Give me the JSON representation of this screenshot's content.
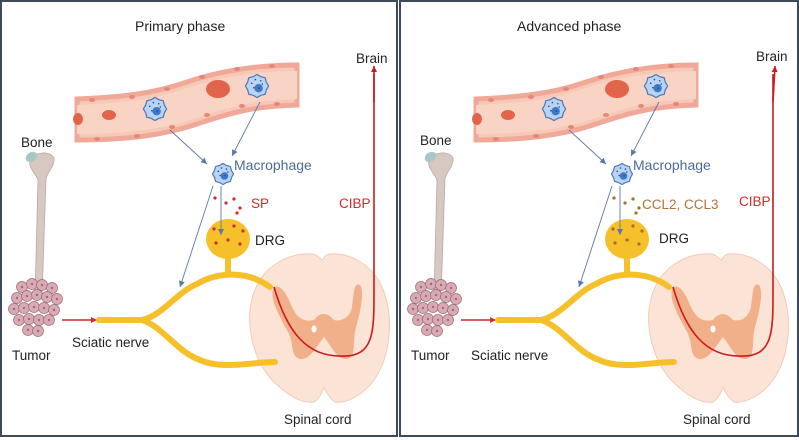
{
  "colors": {
    "vessel": "#f7c8b7",
    "vessel_wall": "#f0a898",
    "rbc": "#e2644a",
    "macrophage": "#b9d4f2",
    "macrophage_nucleus": "#3f78c8",
    "nerve": "#f5c02a",
    "spinal_cord_white": "#fbe3d6",
    "spinal_cord_grey": "#f2b08a",
    "cibp_path": "#cc1a1a",
    "sp_dots": "#d42a2a",
    "ccl_dots": "#a86c2c",
    "arrow_blue": "#5b78a8",
    "bone": "#d8c8c2",
    "bone_cap": "#a8c8c8",
    "tumor": "#d9aab2"
  },
  "panels": [
    {
      "title": "Primary phase",
      "labels": {
        "brain": "Brain",
        "bone": "Bone",
        "macrophage": "Macrophage",
        "mediator": "SP",
        "cibp": "CIBP",
        "drg": "DRG",
        "tumor": "Tumor",
        "sciatic_nerve": "Sciatic nerve",
        "spinal_cord": "Spinal cord"
      },
      "mediator_color": "red"
    },
    {
      "title": "Advanced phase",
      "labels": {
        "brain": "Brain",
        "bone": "Bone",
        "macrophage": "Macrophage",
        "mediator": "CCL2, CCL3",
        "cibp": "CIBP",
        "drg": "DRG",
        "tumor": "Tumor",
        "sciatic_nerve": "Sciatic nerve",
        "spinal_cord": "Spinal cord"
      },
      "mediator_color": "brown"
    }
  ]
}
